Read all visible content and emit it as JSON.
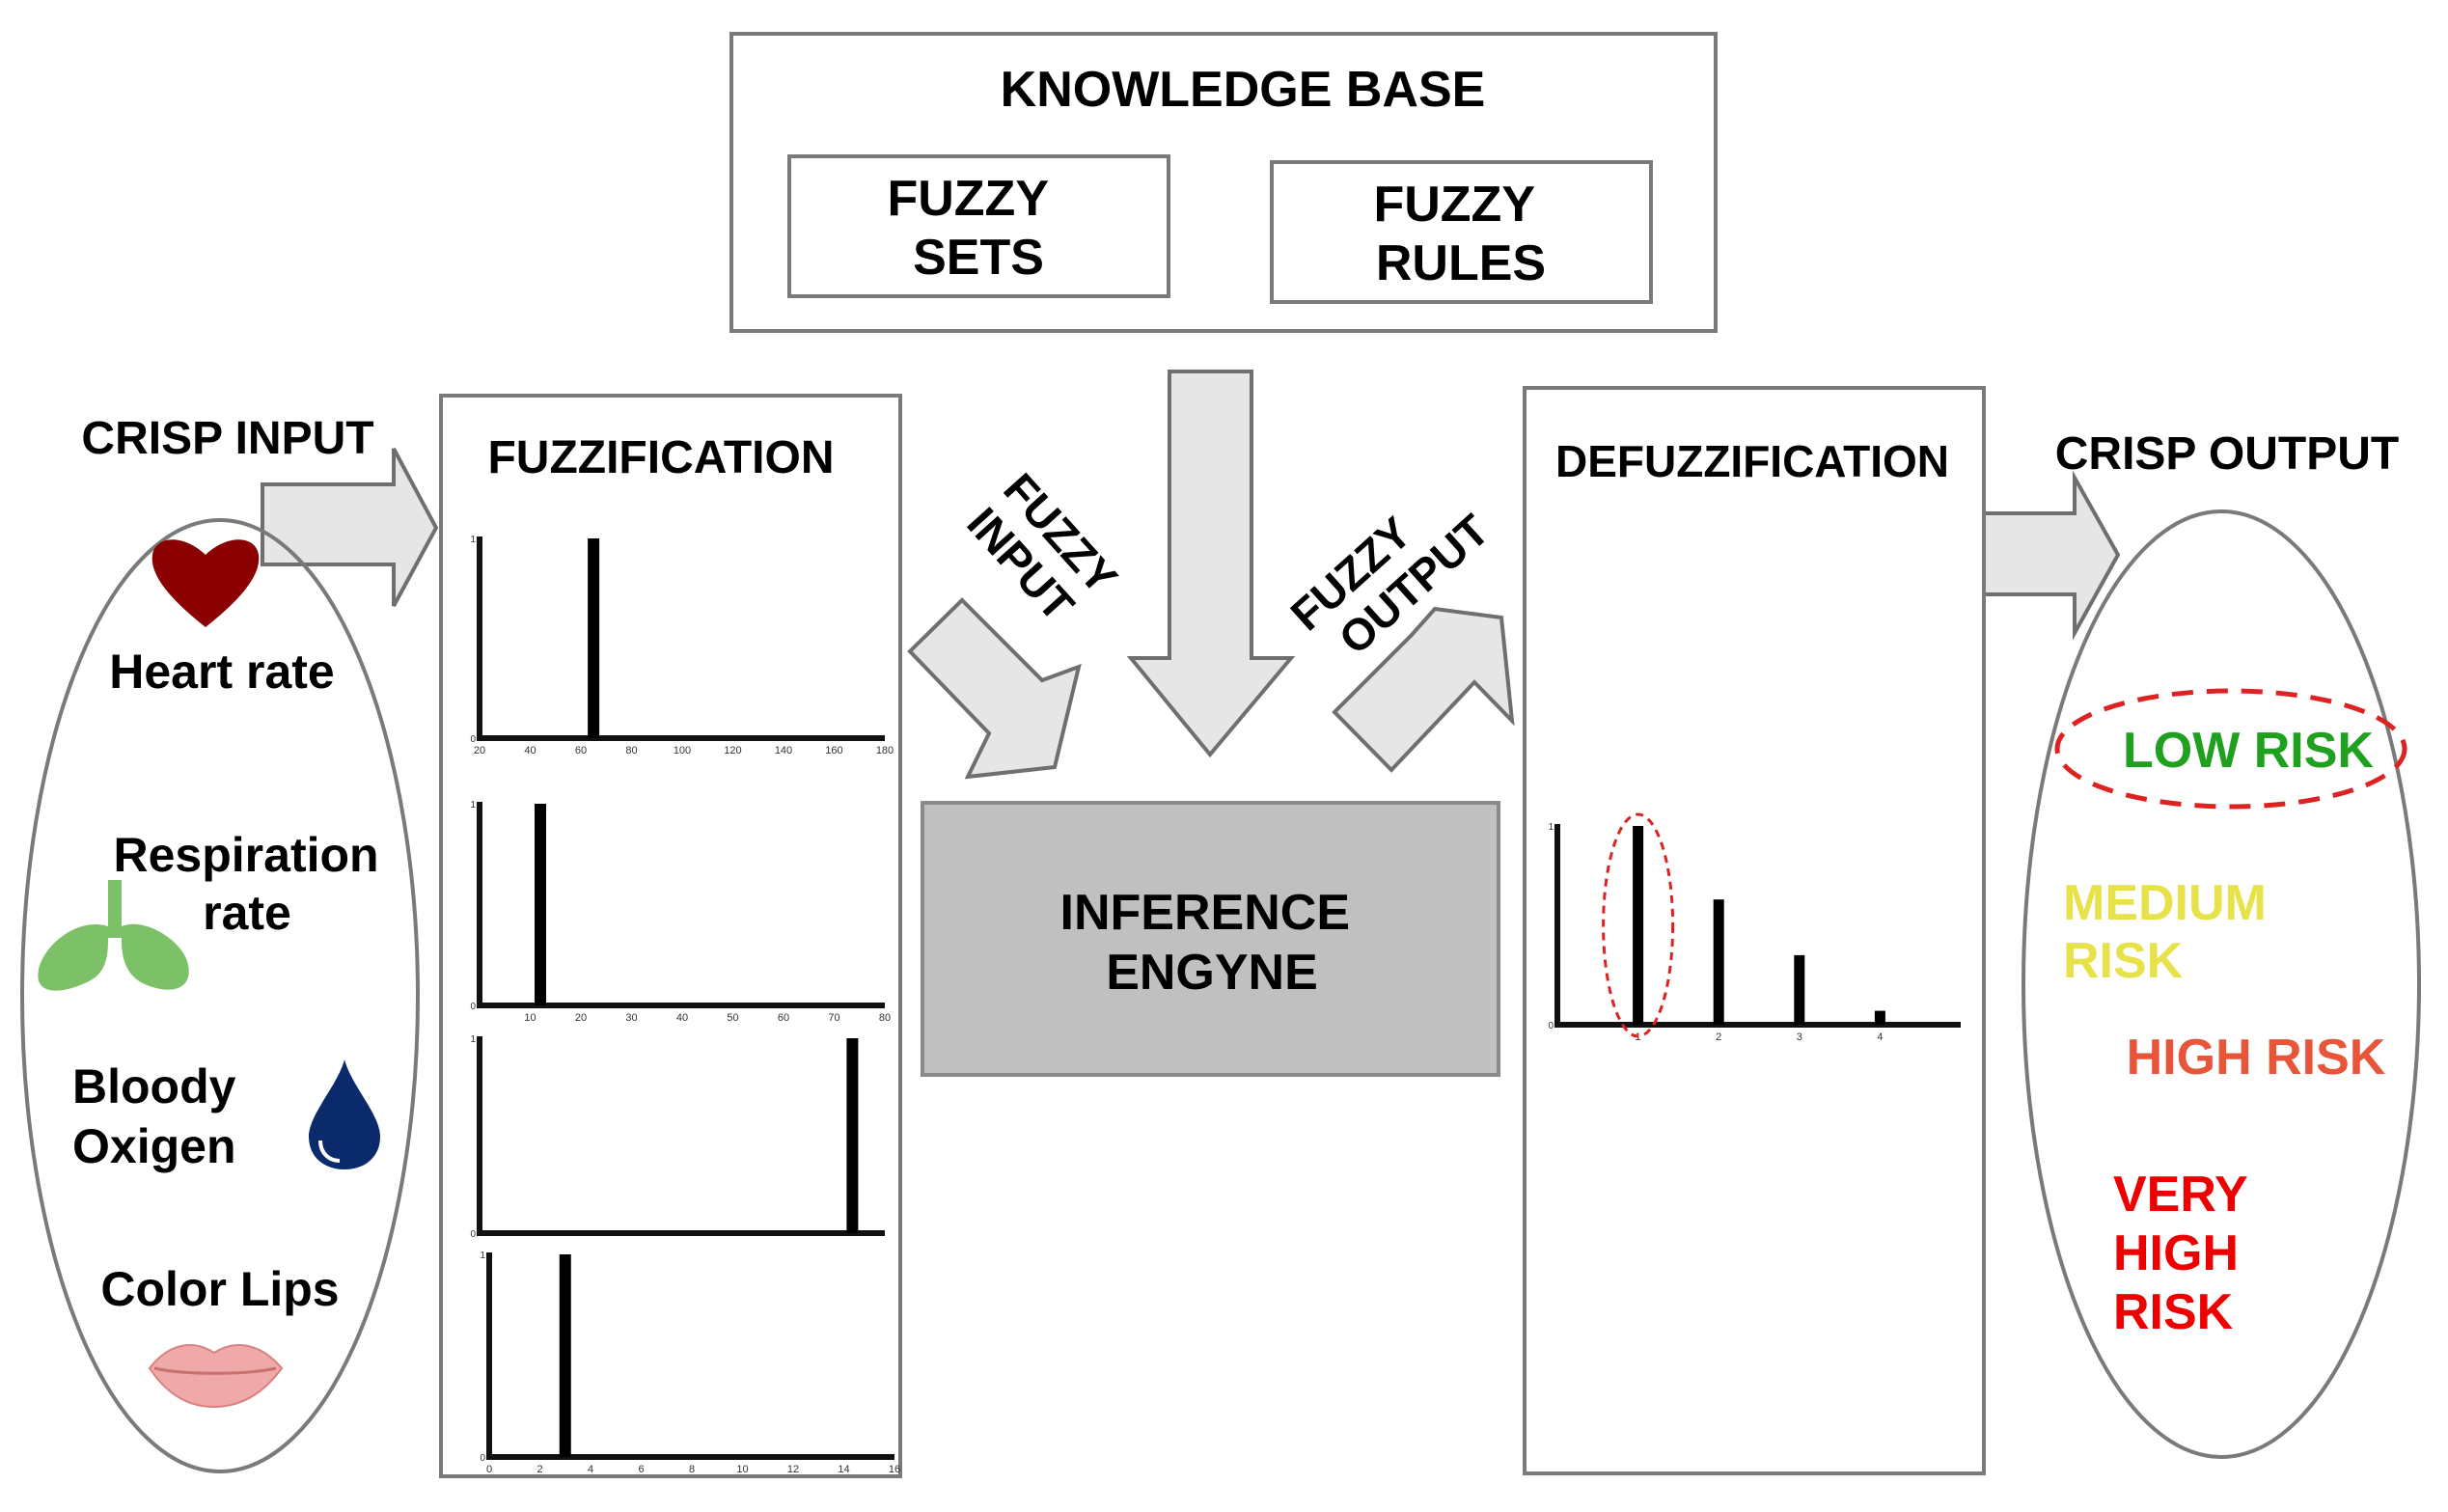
{
  "knowledge_base": {
    "title": "KNOWLEDGE BASE",
    "fuzzy_sets": [
      "FUZZY",
      "SETS"
    ],
    "fuzzy_rules": [
      "FUZZY",
      "RULES"
    ]
  },
  "crisp_input": {
    "label": "CRISP INPUT"
  },
  "inputs": {
    "heart_rate": "Heart rate",
    "respiration_rate": [
      "Respiration",
      "rate"
    ],
    "bloody_oxigen": [
      "Bloody",
      "Oxigen"
    ],
    "color_lips": "Color Lips"
  },
  "fuzzification": {
    "title": "FUZZIFICATION"
  },
  "fuzzy_input": [
    "FUZZY",
    "INPUT"
  ],
  "fuzzy_output": [
    "FUZZY",
    "OUTPUT"
  ],
  "inference": [
    "INFERENCE",
    "ENGYNE"
  ],
  "defuzzification": {
    "title": "DEFUZZIFICATION"
  },
  "crisp_output": {
    "label": "CRISP OUTPUT"
  },
  "risk_levels": {
    "low": "LOW RISK",
    "medium": [
      "MEDIUM",
      "RISK"
    ],
    "high": "HIGH RISK",
    "very_high": [
      "VERY",
      "HIGH",
      "RISK"
    ]
  },
  "colors": {
    "arrow_fill": "#e6e6e6",
    "box_stroke": "#7a7a7a",
    "inference_fill": "#c0c0c0",
    "heart": "#8b0000",
    "lungs": "#7cc167",
    "drop": "#0a2a6b",
    "lips": "#f0a9a9",
    "low_risk": "#1fa01f",
    "medium_risk": "#e8e24a",
    "high_risk": "#e8563a",
    "very_high_risk": "#ee0000",
    "highlight": "#dd2222"
  },
  "chart_data": [
    {
      "type": "bar",
      "name": "heart_rate_membership",
      "xticks": [
        20,
        40,
        60,
        80,
        100,
        120,
        140,
        160,
        180
      ],
      "xlim": [
        20,
        180
      ],
      "yticks": [
        0,
        1
      ],
      "bars": [
        {
          "x": 65,
          "y": 1
        }
      ]
    },
    {
      "type": "bar",
      "name": "respiration_rate_membership",
      "xticks": [
        10,
        20,
        30,
        40,
        50,
        60,
        70,
        80
      ],
      "xlim": [
        0,
        80
      ],
      "yticks": [
        0,
        1
      ],
      "bars": [
        {
          "x": 12,
          "y": 1
        }
      ]
    },
    {
      "type": "bar",
      "name": "blood_oxygen_membership",
      "xticks": [],
      "yticks": [
        0,
        1
      ],
      "bars": [
        {
          "x": 0.92,
          "y": 1
        }
      ]
    },
    {
      "type": "bar",
      "name": "color_lips_membership",
      "xticks": [
        0,
        2,
        4,
        6,
        8,
        10,
        12,
        14,
        16
      ],
      "xlim": [
        0,
        16
      ],
      "yticks": [
        0,
        1
      ],
      "bars": [
        {
          "x": 3,
          "y": 1
        }
      ]
    },
    {
      "type": "bar",
      "name": "risk_output_membership",
      "xticks": [
        1,
        2,
        3,
        4
      ],
      "xlim": [
        0,
        5
      ],
      "yticks": [
        0,
        1
      ],
      "bars": [
        {
          "x": 1,
          "y": 1
        },
        {
          "x": 2,
          "y": 0.63
        },
        {
          "x": 3,
          "y": 0.35
        },
        {
          "x": 4,
          "y": 0.07
        }
      ],
      "highlighted_x": 1
    }
  ]
}
